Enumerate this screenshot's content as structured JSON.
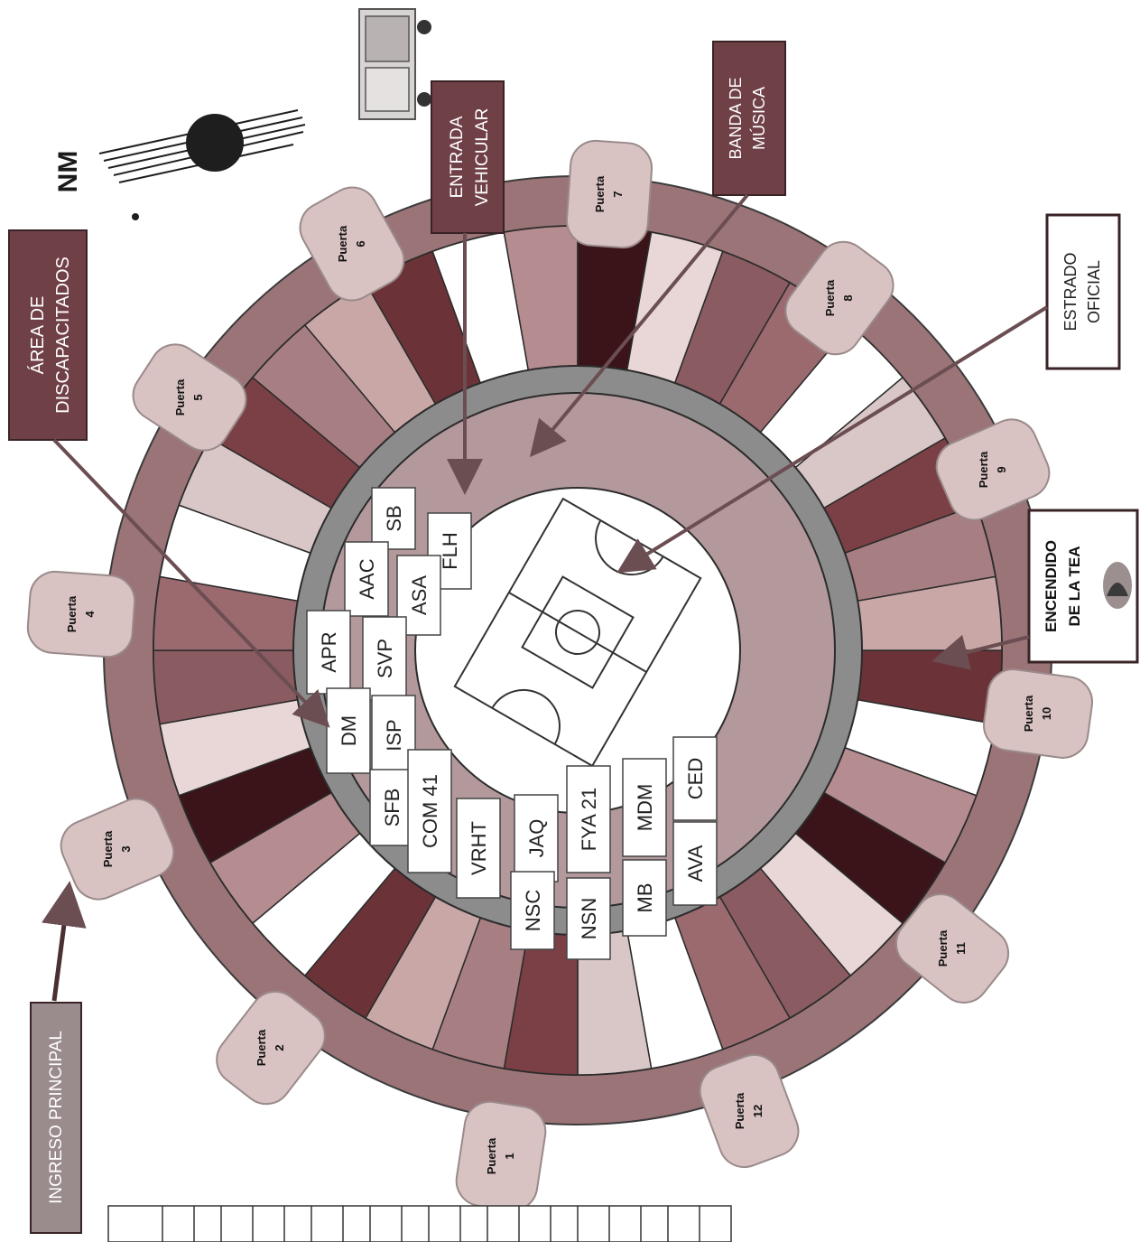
{
  "north_mark": "NM",
  "doors": [
    {
      "label": "Puerta",
      "num": "1"
    },
    {
      "label": "Puerta",
      "num": "2"
    },
    {
      "label": "Puerta",
      "num": "3"
    },
    {
      "label": "Puerta",
      "num": "4"
    },
    {
      "label": "Puerta",
      "num": "5"
    },
    {
      "label": "Puerta",
      "num": "6"
    },
    {
      "label": "Puerta",
      "num": "7"
    },
    {
      "label": "Puerta",
      "num": "8"
    },
    {
      "label": "Puerta",
      "num": "9"
    },
    {
      "label": "Puerta",
      "num": "10"
    },
    {
      "label": "Puerta",
      "num": "11"
    },
    {
      "label": "Puerta",
      "num": "12"
    }
  ],
  "callouts": {
    "disabled_area": {
      "line1": "ÁREA DE",
      "line2": "DISCAPACITADOS"
    },
    "vehicle_entry": {
      "line1": "ENTRADA",
      "line2": "VEHICULAR"
    },
    "music_band": {
      "line1": "BANDA DE",
      "line2": "MÚSICA"
    },
    "official_stage": {
      "line1": "ESTRADO",
      "line2": "OFICIAL"
    },
    "torch_lighting": {
      "line1": "ENCENDIDO",
      "line2": "DE LA TEA"
    },
    "main_entrance": {
      "line1": "INGRESO PRINCIPAL"
    }
  },
  "unit_codes": [
    "SB",
    "AAC",
    "FLH",
    "ASA",
    "APR",
    "SVP",
    "DM",
    "ISP",
    "SFB",
    "COM 41",
    "VRHT",
    "JAQ",
    "NSC",
    "FYA 21",
    "NSN",
    "MDM",
    "CED",
    "MB",
    "AVA"
  ],
  "colors": {
    "dark_red": "#3a1418",
    "mid_red": "#6b3338",
    "rose": "#c9a7a7",
    "pale_rose": "#e9d7d7",
    "gray_ring": "#7a7a7a",
    "box_fill": "#704047"
  }
}
